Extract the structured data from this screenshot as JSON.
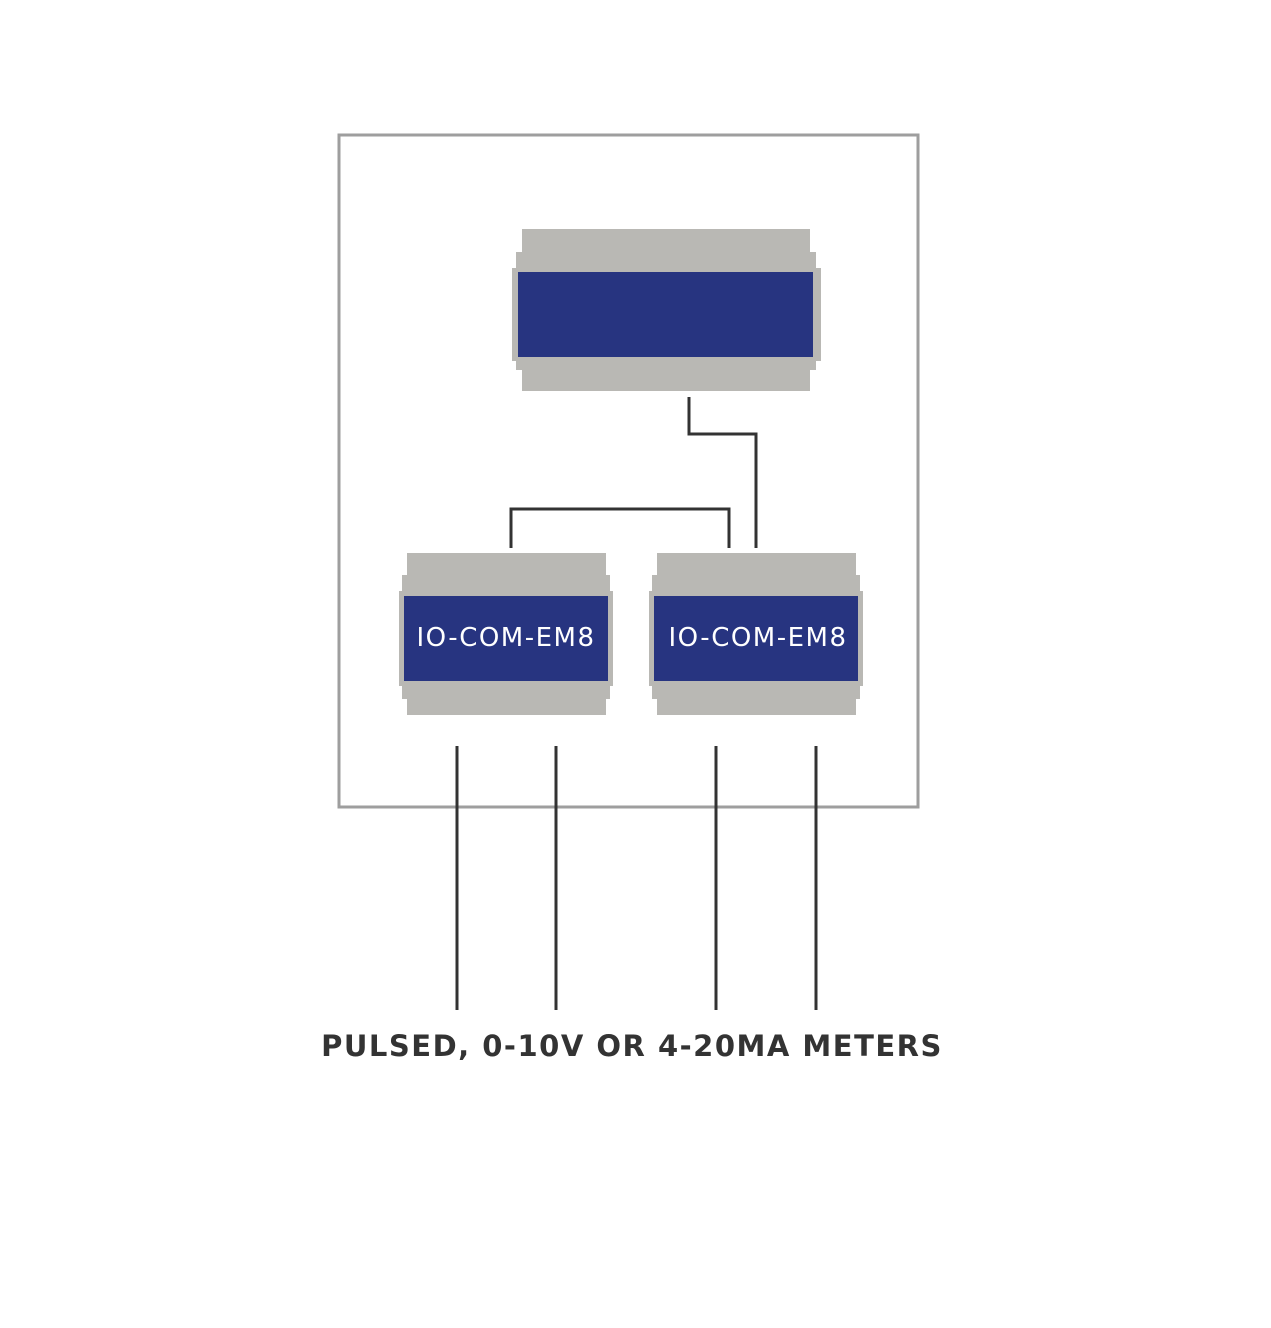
{
  "modules": [
    {
      "label": "IO-COM-EM8"
    },
    {
      "label": "IO-COM-EM8"
    }
  ],
  "caption": "PULSED, 0-10V OR 4-20MA METERS",
  "colors": {
    "module_body": "#b9b8b4",
    "module_face": "#273480",
    "wire": "#333333",
    "enclosure": "#999999"
  }
}
